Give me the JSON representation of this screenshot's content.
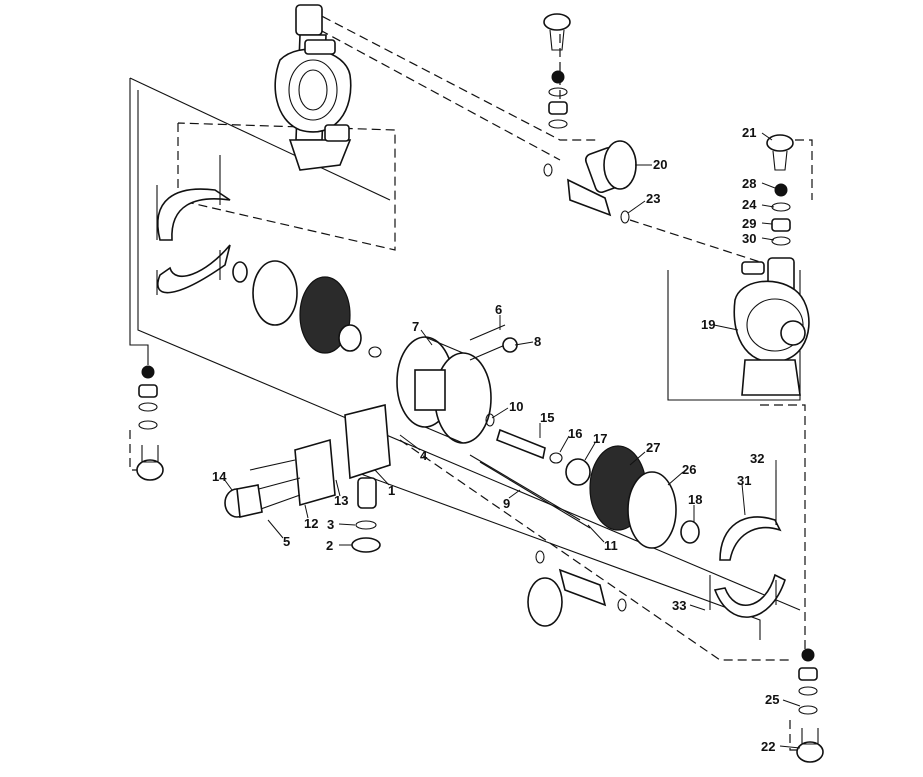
{
  "callouts": [
    {
      "id": "c1",
      "label": "1"
    },
    {
      "id": "c2",
      "label": "2"
    },
    {
      "id": "c3",
      "label": "3"
    },
    {
      "id": "c4",
      "label": "4"
    },
    {
      "id": "c5",
      "label": "5"
    },
    {
      "id": "c6",
      "label": "6"
    },
    {
      "id": "c7",
      "label": "7"
    },
    {
      "id": "c8",
      "label": "8"
    },
    {
      "id": "c9",
      "label": "9"
    },
    {
      "id": "c10",
      "label": "10"
    },
    {
      "id": "c11",
      "label": "11"
    },
    {
      "id": "c12",
      "label": "12"
    },
    {
      "id": "c13",
      "label": "13"
    },
    {
      "id": "c14",
      "label": "14"
    },
    {
      "id": "c15",
      "label": "15"
    },
    {
      "id": "c16",
      "label": "16"
    },
    {
      "id": "c17",
      "label": "17"
    },
    {
      "id": "c18",
      "label": "18"
    },
    {
      "id": "c19",
      "label": "19"
    },
    {
      "id": "c20",
      "label": "20"
    },
    {
      "id": "c21",
      "label": "21"
    },
    {
      "id": "c22",
      "label": "22"
    },
    {
      "id": "c23",
      "label": "23"
    },
    {
      "id": "c24",
      "label": "24"
    },
    {
      "id": "c25",
      "label": "25"
    },
    {
      "id": "c26",
      "label": "26"
    },
    {
      "id": "c27",
      "label": "27"
    },
    {
      "id": "c28",
      "label": "28"
    },
    {
      "id": "c29",
      "label": "29"
    },
    {
      "id": "c30",
      "label": "30"
    },
    {
      "id": "c31",
      "label": "31"
    },
    {
      "id": "c32",
      "label": "32"
    },
    {
      "id": "c33",
      "label": "33"
    }
  ]
}
